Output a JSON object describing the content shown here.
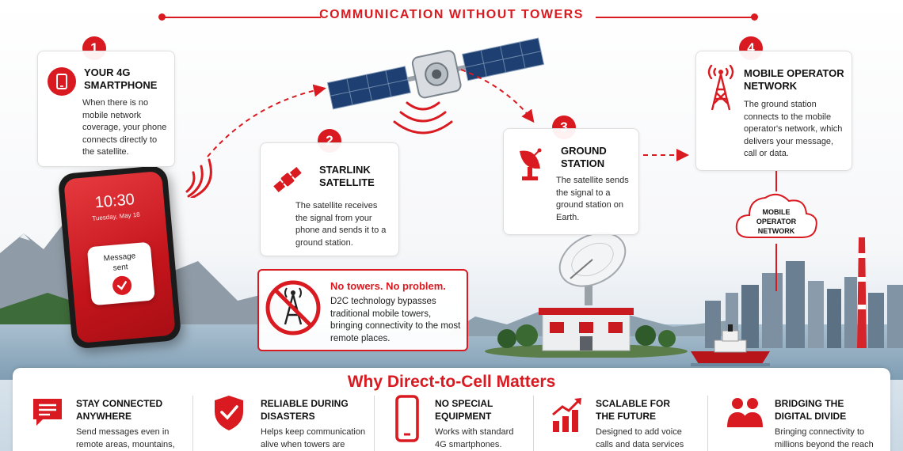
{
  "header": {
    "title": "COMMUNICATION WITHOUT TOWERS"
  },
  "steps": [
    {
      "number": "1",
      "title": "YOUR 4G SMARTPHONE",
      "text": "When there is no mobile network coverage, your phone connects directly to the satellite.",
      "icon": "smartphone-icon"
    },
    {
      "number": "2",
      "title": "STARLINK SATELLITE",
      "text": "The satellite receives the signal from your phone and sends it to a ground station.",
      "icon": "satellite-icon"
    },
    {
      "number": "3",
      "title": "GROUND STATION",
      "text": "The satellite sends the signal to a ground station on Earth.",
      "icon": "satellite-dish-icon"
    },
    {
      "number": "4",
      "title": "MOBILE OPERATOR NETWORK",
      "text": "The ground station connects to the mobile operator's network, which delivers your message, call or data.",
      "icon": "cell-tower-icon"
    }
  ],
  "phone": {
    "time": "10:30",
    "date": "Tuesday, May 18",
    "message": "Message sent"
  },
  "cloud": {
    "label": "MOBILE OPERATOR NETWORK"
  },
  "no_towers": {
    "title": "No towers. No problem.",
    "text": "D2C technology bypasses traditional mobile towers, bringing connectivity to the most remote places.",
    "icon": "no-tower-icon"
  },
  "bottom": {
    "title": "Why Direct-to-Cell Matters",
    "features": [
      {
        "title": "STAY CONNECTED ANYWHERE",
        "text": "Send messages even in remote areas, mountains,",
        "icon": "chat-icon"
      },
      {
        "title": "RELIABLE DURING DISASTERS",
        "text": "Helps keep communication alive when towers are",
        "icon": "shield-check-icon"
      },
      {
        "title": "NO SPECIAL EQUIPMENT",
        "text": "Works with standard 4G smartphones.",
        "icon": "phone-icon"
      },
      {
        "title": "SCALABLE FOR THE FUTURE",
        "text": "Designed to add voice calls and data services",
        "icon": "growth-chart-icon"
      },
      {
        "title": "BRIDGING THE DIGITAL DIVIDE",
        "text": "Bringing connectivity to millions beyond the reach",
        "icon": "people-icon"
      }
    ]
  },
  "colors": {
    "accent": "#d91a20",
    "text": "#1c1c1c"
  }
}
